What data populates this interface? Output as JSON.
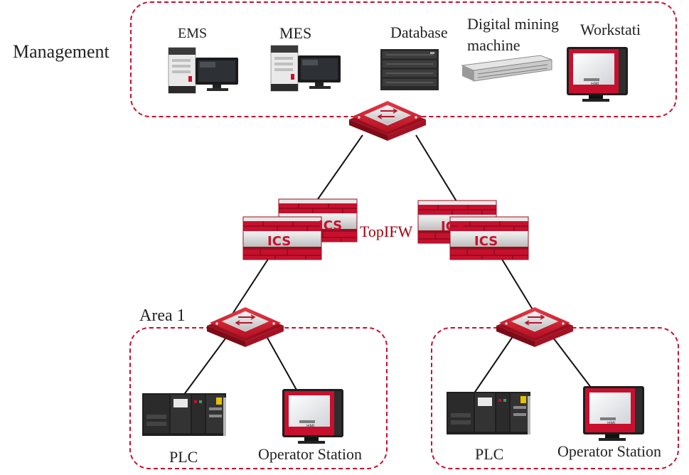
{
  "labels": {
    "management": "Management",
    "ems": "EMS",
    "mes": "MES",
    "database": "Database",
    "digital_mining_line1": "Digital mining",
    "digital_mining_line2": "machine",
    "workstation": "Workstati",
    "topifw": "TopIFW",
    "area1": "Area 1",
    "plc_left": "PLC",
    "operator_station_left": "Operator Station",
    "plc_right": "PLC",
    "operator_station_right": "Operator Station"
  },
  "firewall_text": "ICS",
  "hmi_text": "HMI",
  "colors": {
    "accent_red": "#c8102e",
    "dark_red": "#8e0a1c",
    "line": "#111111"
  }
}
